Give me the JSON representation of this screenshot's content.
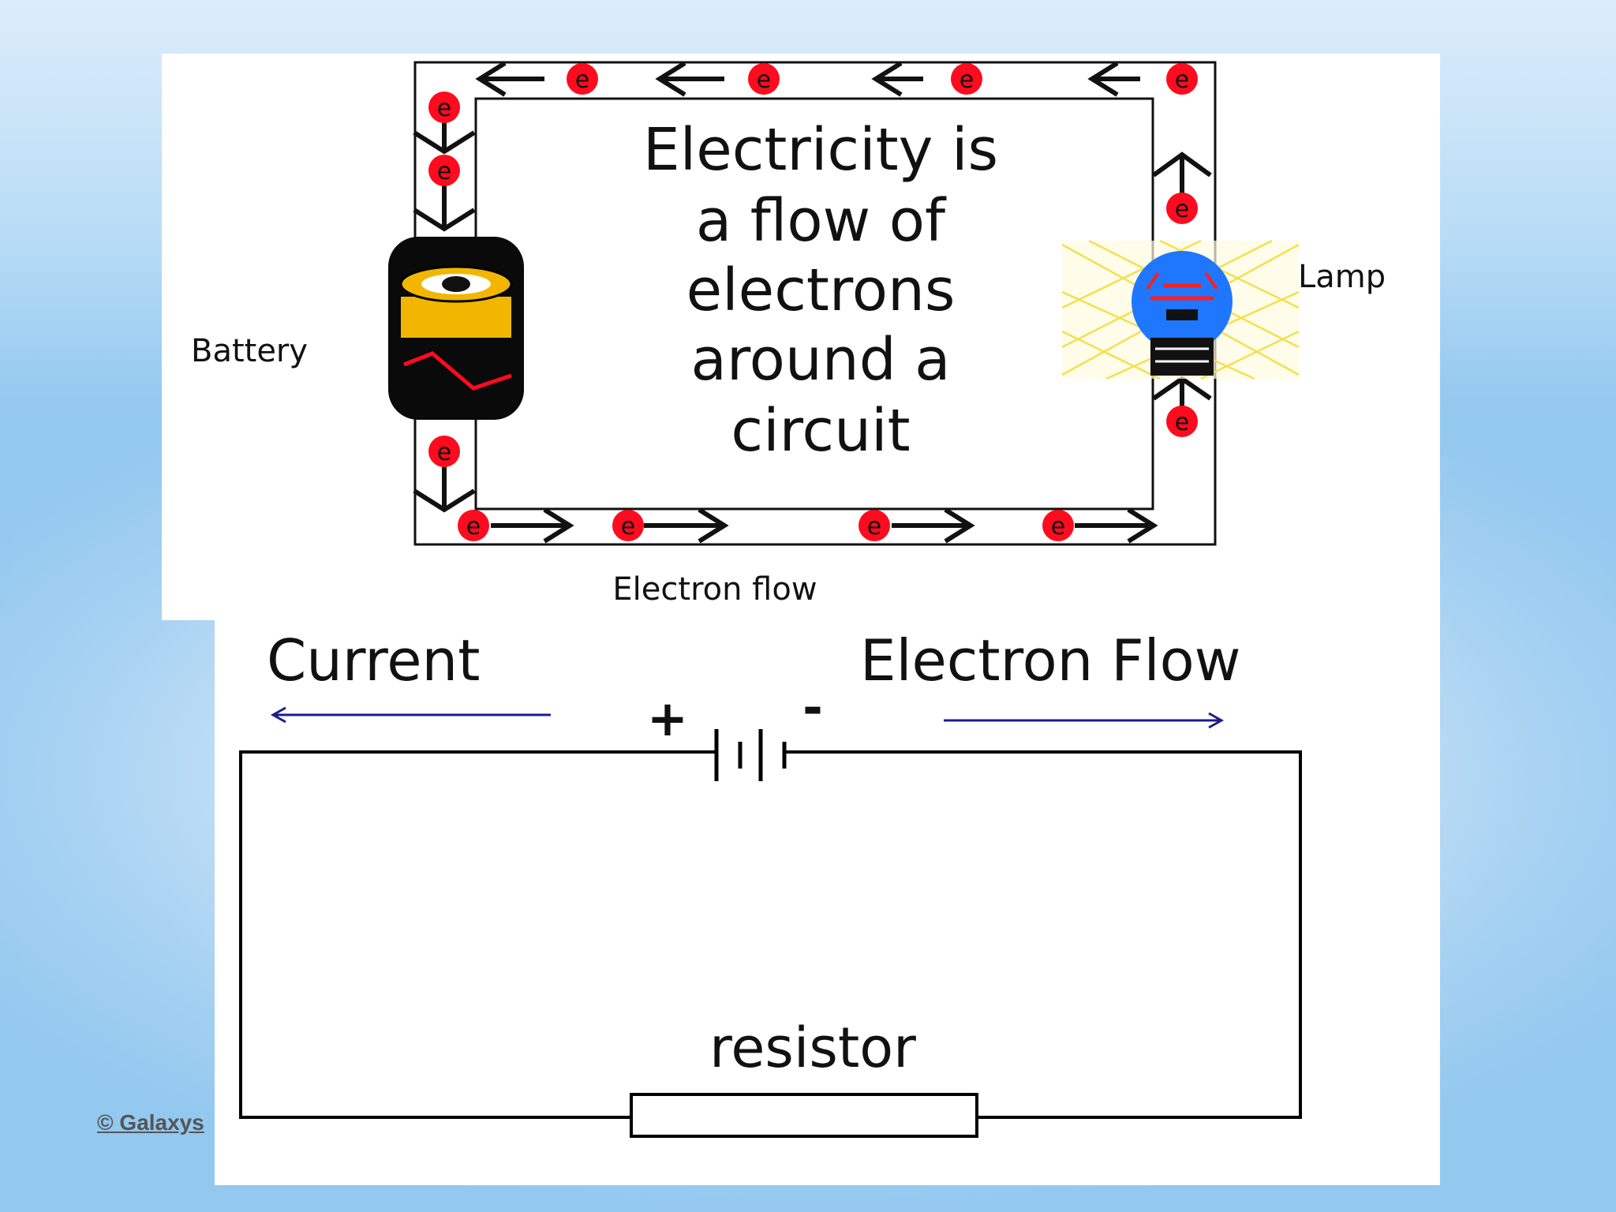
{
  "top_diagram": {
    "title_lines": [
      "Electricity is",
      "a flow of",
      "electrons",
      "around a",
      "circuit"
    ],
    "battery_label": "Battery",
    "lamp_label": "Lamp",
    "electron_flow_label": "Electron flow",
    "electron_symbol": "e"
  },
  "bottom_diagram": {
    "current_label": "Current",
    "electron_flow_label": "Electron Flow",
    "plus_sign": "+",
    "minus_sign": "-",
    "resistor_label": "resistor"
  },
  "footer": {
    "copyright": "© Galaxys"
  },
  "colors": {
    "electron": "#ff0a1e",
    "arrow_blue": "#1c1c8a",
    "battery_yellow": "#f2b600",
    "lamp_blue": "#2e8bff"
  }
}
